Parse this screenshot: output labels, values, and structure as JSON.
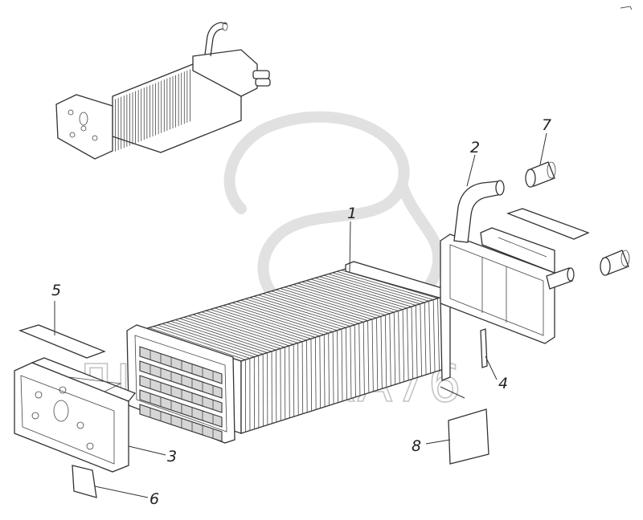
{
  "callouts": [
    {
      "id": "1",
      "label": "1"
    },
    {
      "id": "2",
      "label": "2"
    },
    {
      "id": "3",
      "label": "3"
    },
    {
      "id": "4",
      "label": "4"
    },
    {
      "id": "5",
      "label": "5"
    },
    {
      "id": "6",
      "label": "6"
    },
    {
      "id": "7",
      "label": "7"
    },
    {
      "id": "8",
      "label": "8"
    }
  ],
  "watermark": {
    "text": "ДИНАМИКА76",
    "logo_icon": "stylized-s-logo-icon"
  },
  "colors": {
    "line": "#333333",
    "watermark": "#c4c4c4",
    "background": "#ffffff"
  }
}
